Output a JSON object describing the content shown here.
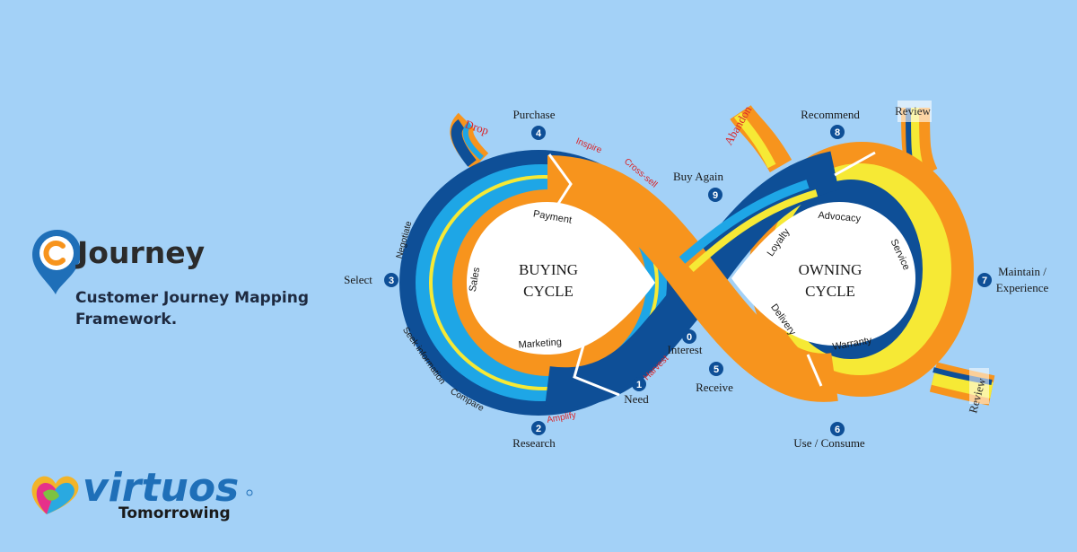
{
  "brand": {
    "name": "Journey",
    "tagline": "Customer Journey Mapping Framework."
  },
  "company": {
    "name": "virtuos",
    "slogan": "Tomorrowing"
  },
  "colors": {
    "background": "#a3d1f7",
    "navy": "#0e4f97",
    "sky": "#1ea6e6",
    "orange": "#f7941d",
    "yellow": "#f6e935",
    "red_label": "#d9262a"
  },
  "cycles": {
    "buying": {
      "line1": "BUYING",
      "line2": "CYCLE"
    },
    "owning": {
      "line1": "OWNING",
      "line2": "CYCLE"
    }
  },
  "stages": [
    {
      "num": "0",
      "label": "Interest"
    },
    {
      "num": "1",
      "label": "Need"
    },
    {
      "num": "2",
      "label": "Research"
    },
    {
      "num": "3",
      "label": "Select"
    },
    {
      "num": "4",
      "label": "Purchase"
    },
    {
      "num": "5",
      "label": "Receive"
    },
    {
      "num": "6",
      "label": "Use / Consume"
    },
    {
      "num": "7",
      "label_line1": "Maintain /",
      "label_line2": "Experience"
    },
    {
      "num": "8",
      "label": "Recommend"
    },
    {
      "num": "9",
      "label": "Buy  Again"
    }
  ],
  "buying_inner": [
    "Payment",
    "Sales",
    "Marketing"
  ],
  "owning_inner": [
    "Loyalty",
    "Advocacy",
    "Service",
    "Delivery",
    "Warranty"
  ],
  "outer_labels": [
    "Negotiate",
    "Seek information",
    "Compare"
  ],
  "red_labels": [
    "Inspire",
    "Cross-sell",
    "Harvest",
    "Amplify"
  ],
  "exits": [
    "Drop",
    "Abandon",
    "Review",
    "Review"
  ]
}
